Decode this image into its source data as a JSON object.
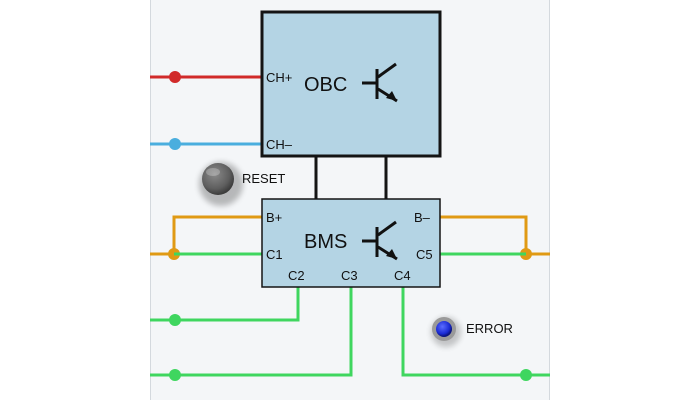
{
  "colors": {
    "panel": "#f4f6f8",
    "box_fill": "#b4d4e4",
    "box_stroke": "#141414",
    "wire_red": "#d12a2a",
    "wire_blue": "#4aaede",
    "wire_orange": "#e09a14",
    "wire_green": "#3fd65f",
    "led_blue": "#1a2bd4",
    "button_gray": "#6b6b6b"
  },
  "obc": {
    "title": "OBC",
    "pins": {
      "ch_plus": "CH+",
      "ch_minus": "CH–"
    }
  },
  "bms": {
    "title": "BMS",
    "pins": {
      "b_plus": "B+",
      "b_minus": "B–",
      "c1": "C1",
      "c2": "C2",
      "c3": "C3",
      "c4": "C4",
      "c5": "C5"
    }
  },
  "controls": {
    "reset_label": "RESET",
    "error_label": "ERROR",
    "icons": {
      "reset": "push-button-icon",
      "error": "led-indicator-icon",
      "transistor": "npn-transistor-icon"
    }
  }
}
